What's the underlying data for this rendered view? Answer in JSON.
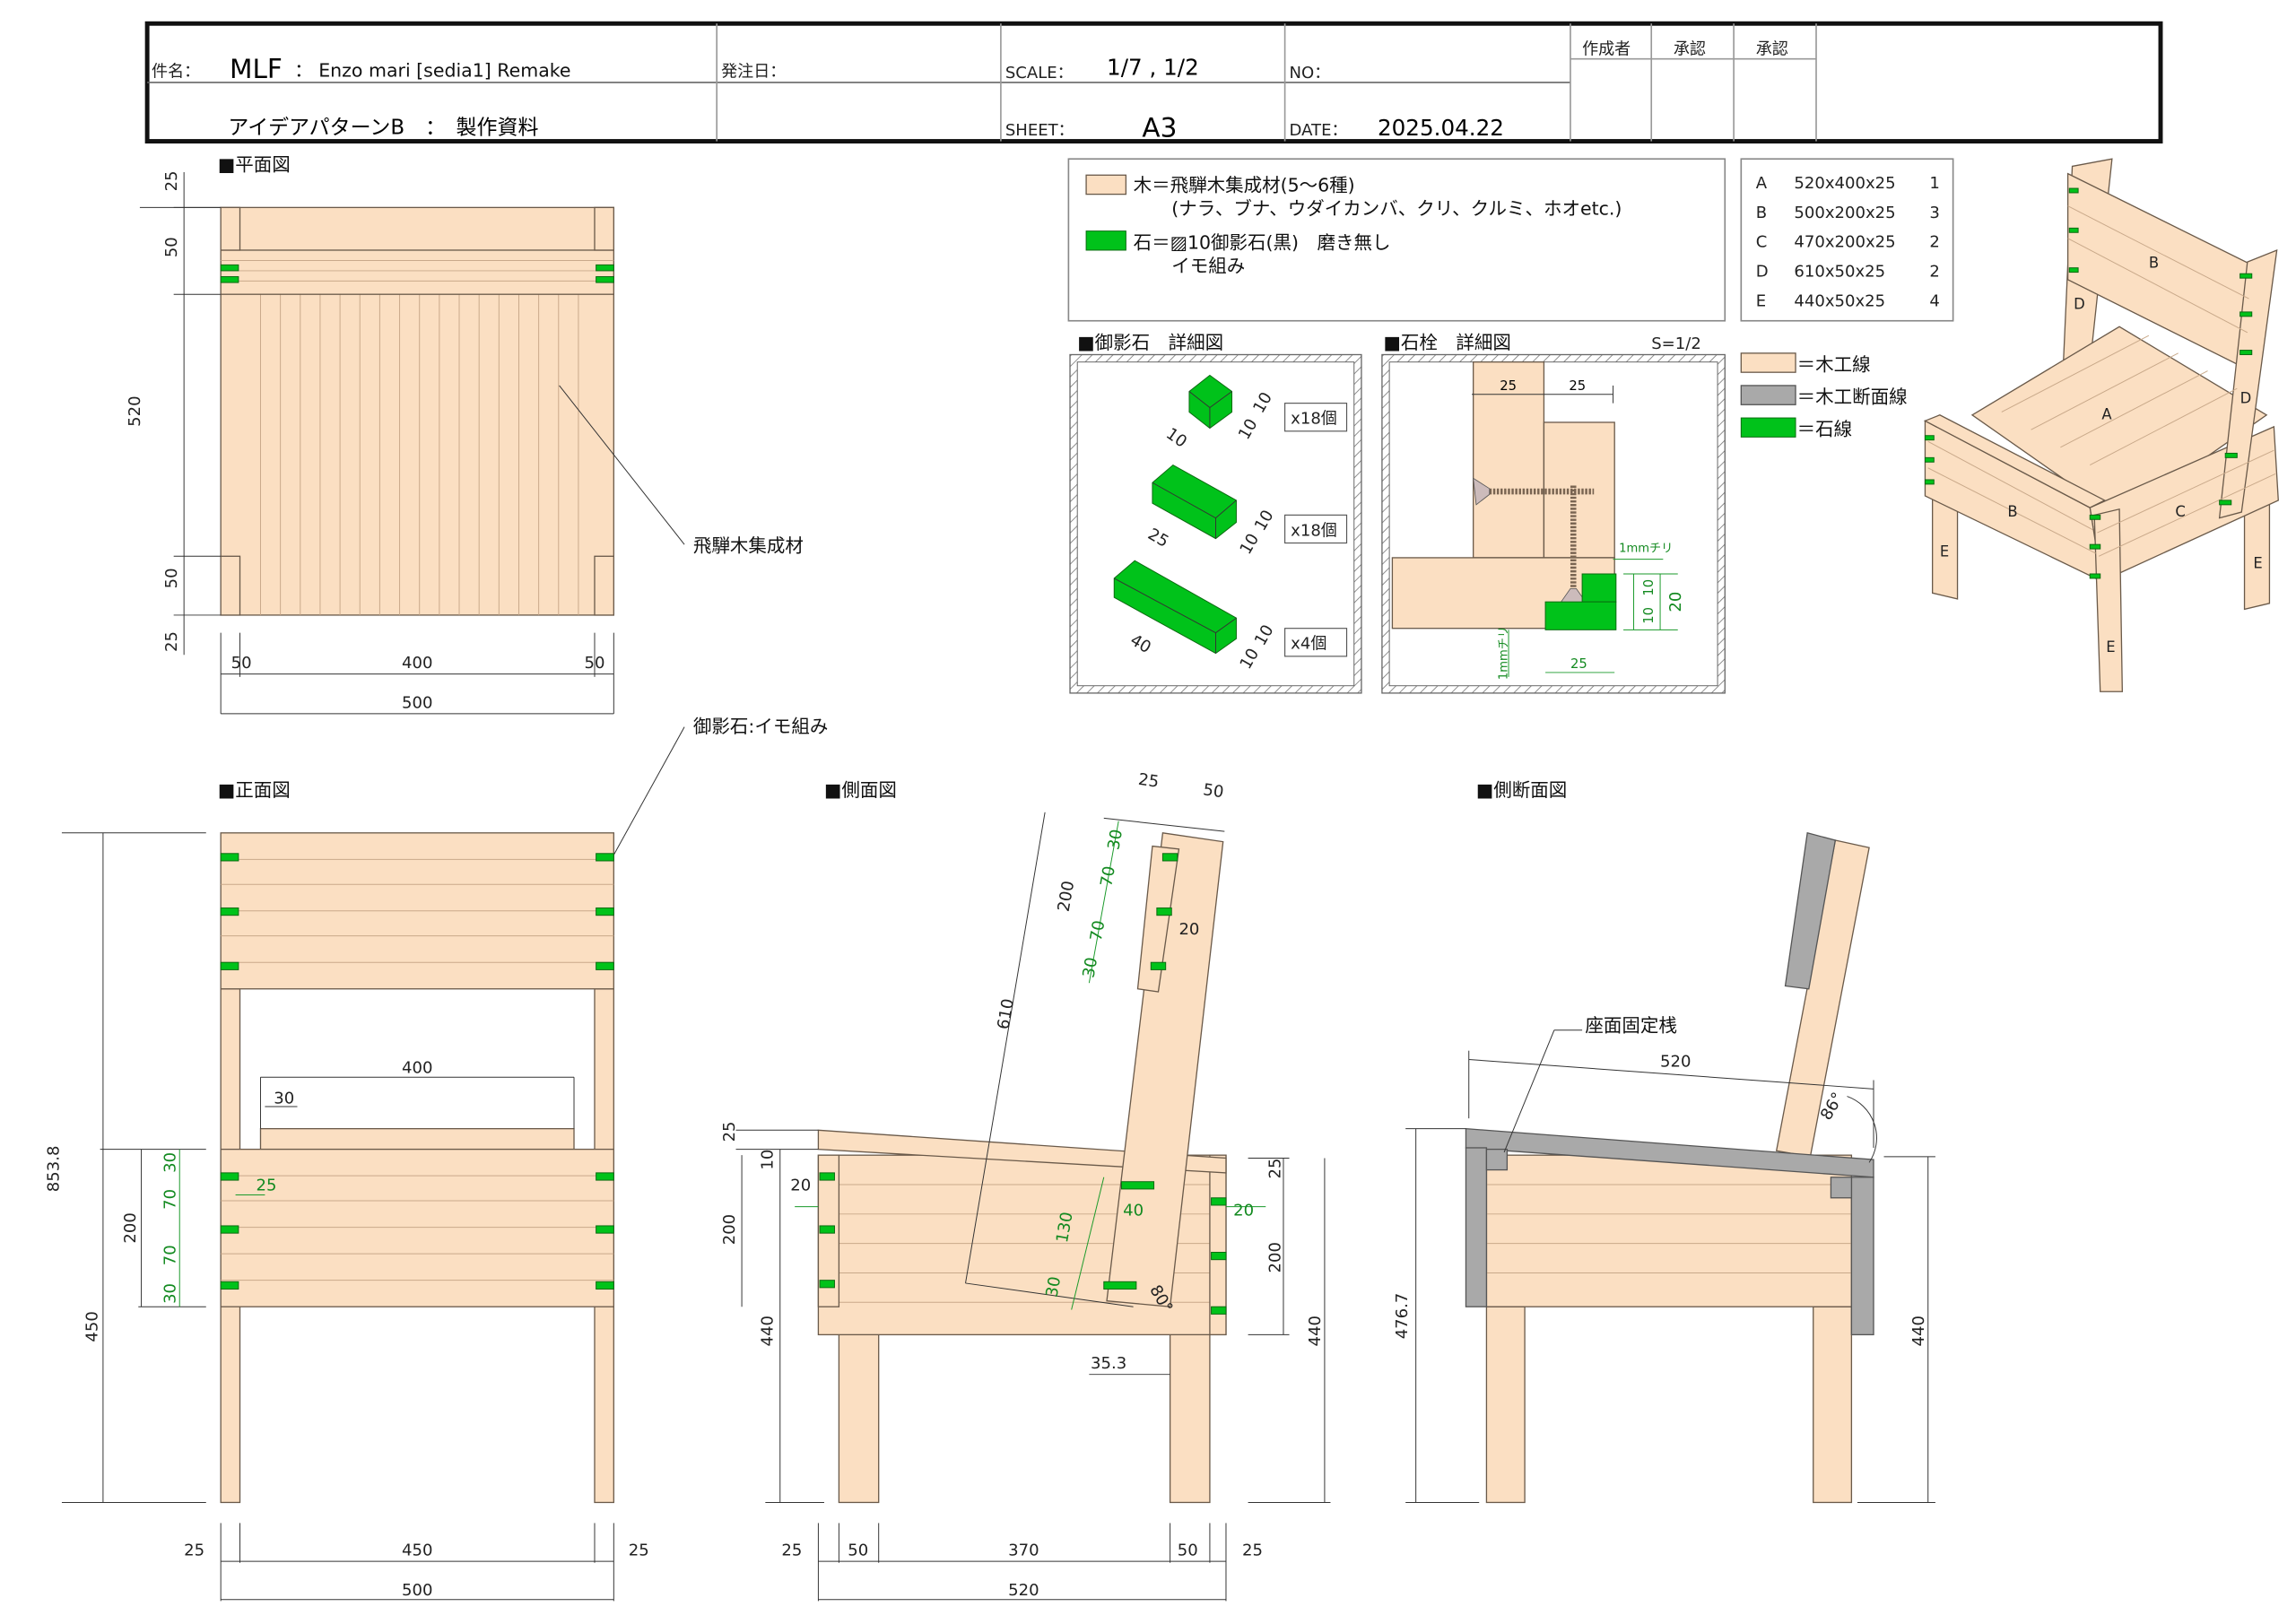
{
  "title_block": {
    "subject_label": "件名：",
    "project": "MLF",
    "subject": "：  Enzo mari [sedia1] Remake",
    "subtitle": "アイデアパターンB　：　製作資料",
    "order_date_label": "発注日：",
    "scale_label": "SCALE：",
    "scale": "1/7 , 1/2",
    "sheet_label": "SHEET：",
    "sheet": "A3",
    "no_label": "NO：",
    "date_label": "DATE：",
    "date": "2025.04.22",
    "author_label": "作成者",
    "approval1_label": "承認",
    "approval2_label": "承認"
  },
  "material_legend": {
    "wood_line1": "木＝飛騨木集成材(5〜6種)",
    "wood_line2": "(ナラ、ブナ、ウダイカンバ、クリ、クルミ、ホオetc.)",
    "stone_line1": "石＝▨10御影石(黒)　磨き無し",
    "stone_line2": "イモ組み"
  },
  "parts": [
    {
      "id": "A",
      "size": "520x400x25",
      "qty": "1"
    },
    {
      "id": "B",
      "size": "500x200x25",
      "qty": "3"
    },
    {
      "id": "C",
      "size": "470x200x25",
      "qty": "2"
    },
    {
      "id": "D",
      "size": "610x50x25",
      "qty": "2"
    },
    {
      "id": "E",
      "size": "440x50x25",
      "qty": "4"
    }
  ],
  "line_legend": [
    "＝木工線",
    "＝木工断面線",
    "＝石線"
  ],
  "colors": {
    "wood": "#fbdfc2",
    "section": "#a9a9a9",
    "stone": "#00c21a"
  },
  "stone_detail": {
    "title": "■御影石　詳細図",
    "items": [
      {
        "d1": "10",
        "d2": "10",
        "d3": "10",
        "count": "x18個"
      },
      {
        "d1": "25",
        "d2": "10",
        "d3": "10",
        "count": "x18個"
      },
      {
        "d1": "40",
        "d2": "10",
        "d3": "10",
        "count": "x4個"
      }
    ]
  },
  "plug_detail": {
    "title": "■石栓　詳細図",
    "scale": "S=1/2",
    "dim_a": "25",
    "dim_b": "25",
    "gap1": "1mmチリ",
    "gap2": "1mmチリ",
    "h1": "10",
    "h2": "10",
    "h_total": "20",
    "width": "25"
  },
  "plan_view": {
    "title": "■平面図",
    "left_dims": [
      "25",
      "50",
      "520",
      "50",
      "25"
    ],
    "bottom_dims": [
      "50",
      "400",
      "50"
    ],
    "total": "500",
    "leader": "飛騨木集成材"
  },
  "stone_leader": "御影石:イモ組み",
  "front_view": {
    "title": "■正面図",
    "total_height": "853.8",
    "seat_height": "450",
    "apron": "200",
    "green_dims": [
      "30",
      "70",
      "70",
      "30"
    ],
    "inset": "25",
    "seat_width": "400",
    "seat_offset": "30",
    "bottom_dims": [
      "25",
      "450",
      "25"
    ],
    "total": "500"
  },
  "side_view": {
    "title": "■側面図",
    "top_dims": [
      "25",
      "50"
    ],
    "back_200": "200",
    "back_610": "610",
    "back_green": [
      "30",
      "70",
      "70",
      "30"
    ],
    "back_20": "20",
    "green_130": "130",
    "green_40": "40",
    "green_30": "30",
    "angle": "80°",
    "left_20": "20",
    "left_10": "10",
    "left_25": "25",
    "left_200": "200",
    "left_440": "440",
    "right_25": "25",
    "right_20": "20",
    "right_200": "200",
    "right_440": "440",
    "offset": "35.3",
    "bottom_dims": [
      "25",
      "50",
      "370",
      "50",
      "25"
    ],
    "total": "520"
  },
  "section_view": {
    "title": "■側断面図",
    "leader": "座面固定桟",
    "depth": "520",
    "angle": "86°",
    "height_back": "476.7",
    "height_front": "440"
  },
  "iso_view": {
    "labels": [
      "B",
      "D",
      "D",
      "A",
      "B",
      "C",
      "E",
      "E",
      "E"
    ]
  }
}
